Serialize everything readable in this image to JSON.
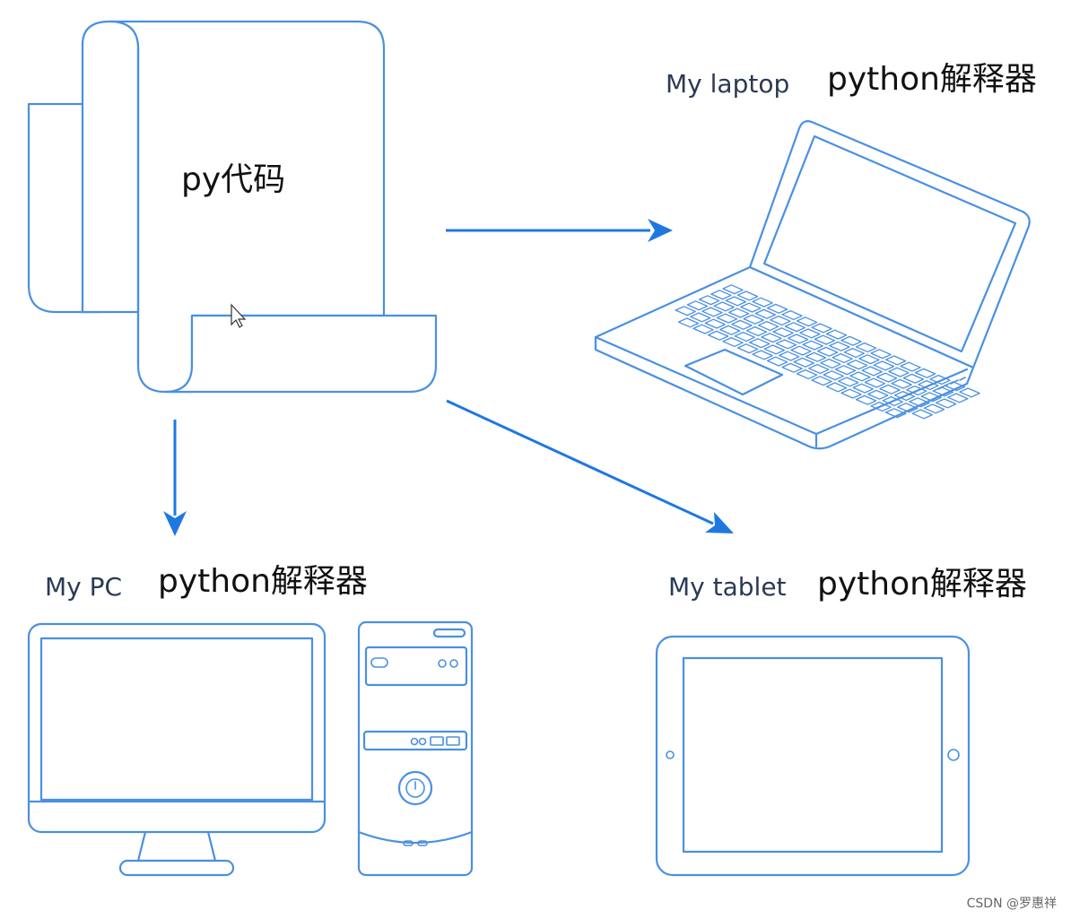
{
  "source": {
    "label": "py代码"
  },
  "targets": {
    "laptop": {
      "device": "My laptop",
      "interpreter": "python解释器"
    },
    "pc": {
      "device": "My PC",
      "interpreter": "python解释器"
    },
    "tablet": {
      "device": "My tablet",
      "interpreter": "python解释器"
    }
  },
  "watermark": "CSDN @罗惠祥",
  "colors": {
    "outline": "#4a90e2",
    "arrow": "#1e78e0",
    "text": "#111111",
    "device_text": "#2a3a55"
  }
}
